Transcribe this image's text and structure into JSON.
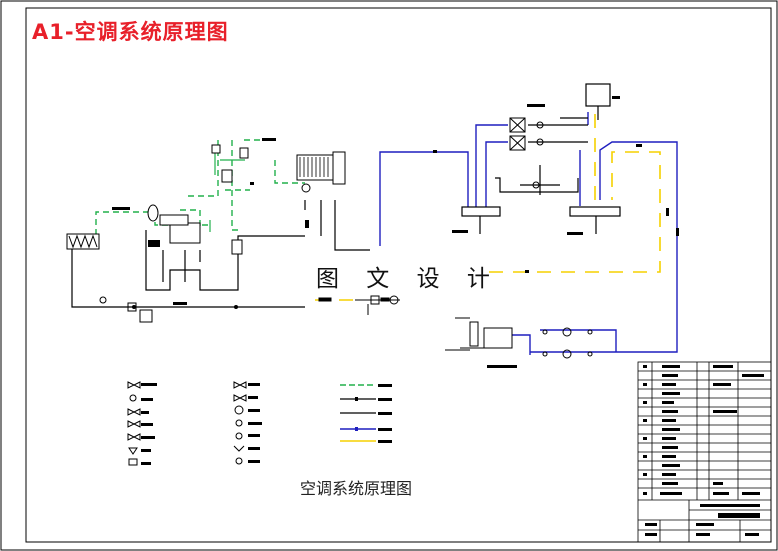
{
  "drawing": {
    "header_title": "A1-空调系统原理图",
    "watermark": "图 文 设 计",
    "caption": "空调系统原理图"
  },
  "colors": {
    "frame": "#000000",
    "header": "#e8202a",
    "refrigerant_line": "#22b14c",
    "chilled_supply": "#1f1fbf",
    "chilled_return": "#f5d100",
    "text": "#111111"
  }
}
